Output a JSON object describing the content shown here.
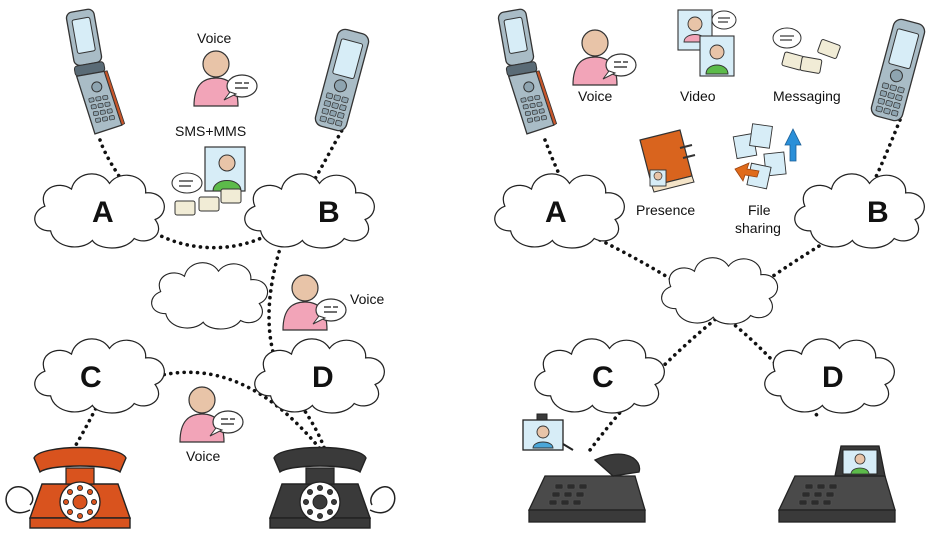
{
  "left_panel": {
    "clouds": {
      "a": "A",
      "b": "B",
      "c": "C",
      "d": "D"
    },
    "labels": {
      "voice_top": "Voice",
      "sms_mms": "SMS+MMS",
      "voice_mid": "Voice",
      "voice_bottom": "Voice"
    }
  },
  "right_panel": {
    "clouds": {
      "a": "A",
      "b": "B",
      "c": "C",
      "d": "D"
    },
    "labels": {
      "voice": "Voice",
      "video": "Video",
      "messaging": "Messaging",
      "presence": "Presence",
      "file_sharing_line1": "File",
      "file_sharing_line2": "sharing"
    }
  },
  "icons": {
    "mobile_phone": "flip-phone-icon",
    "candybar_phone": "candybar-phone-icon",
    "rotary_phone_orange": "rotary-phone-icon",
    "rotary_phone_black": "rotary-phone-icon",
    "video_phone": "video-desk-phone-icon",
    "person_speech": "person-speech-icon",
    "keyboard_keys": "keyboard-keys-icon",
    "address_book": "address-book-icon",
    "file_transfer": "file-transfer-icon"
  },
  "colors": {
    "orange_phone": "#d9531e",
    "black_phone": "#3a3a3a",
    "person_skin": "#e8c4a8",
    "person_shirt_pink": "#f2a4b8",
    "person_shirt_green": "#5cbb4a",
    "phone_screen": "#d7edf7",
    "phone_body": "#a9bcc6",
    "arrow_blue": "#2a8fd8",
    "arrow_orange": "#e06a1a"
  }
}
